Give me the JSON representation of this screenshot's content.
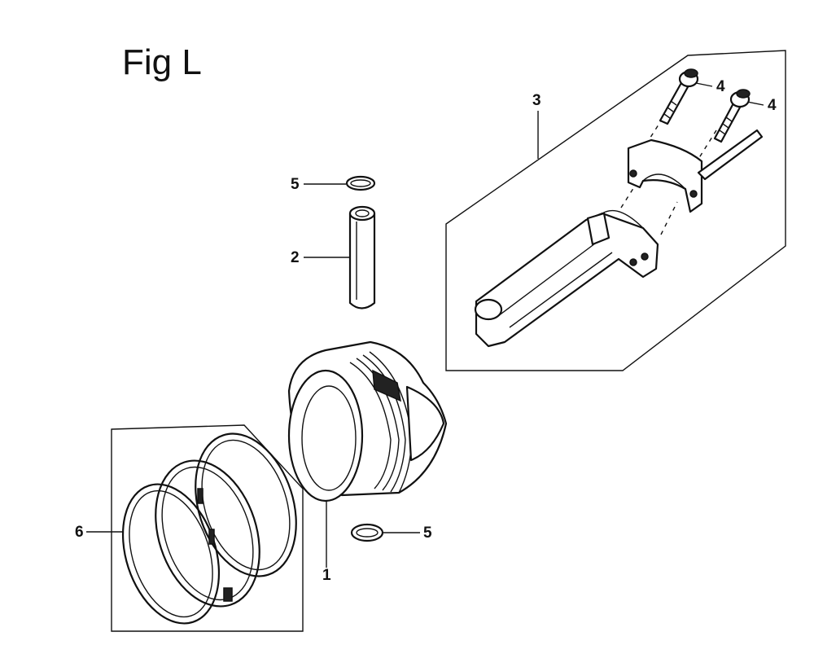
{
  "figure": {
    "title": "Fig L"
  },
  "callouts": {
    "piston": "1",
    "piston_pin": "2",
    "connecting_rod_assembly": "3",
    "rod_bolt_upper": "4",
    "rod_bolt_lower": "4",
    "clip_top": "5",
    "clip_bottom": "5",
    "piston_ring_set": "6"
  },
  "colors": {
    "ink": "#111111",
    "paper": "#ffffff"
  }
}
